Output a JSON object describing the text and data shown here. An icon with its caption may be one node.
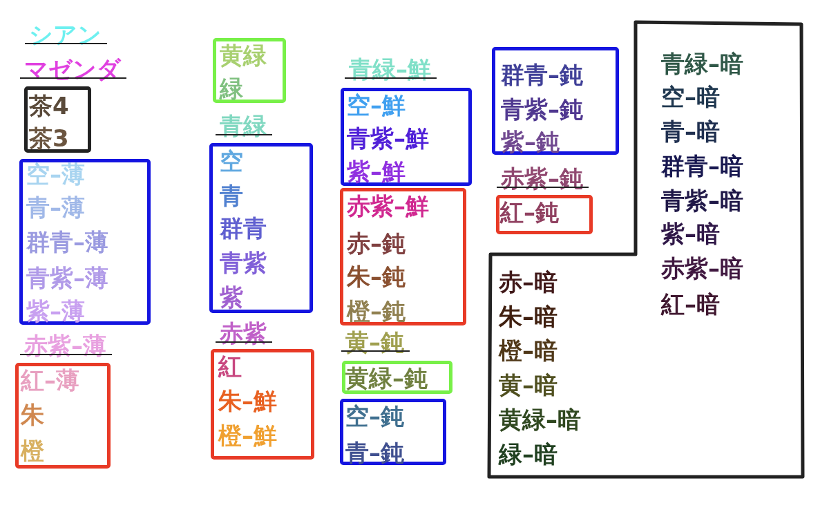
{
  "diagram": {
    "nodes": [
      {
        "text": [
          "茶4",
          "茶3"
        ]
      },
      {
        "text": [
          "空–薄",
          "青–薄",
          "群青–薄",
          "青紫–薄",
          "紫–薄"
        ]
      },
      {
        "text": [
          "紅–薄",
          "朱",
          "橙"
        ]
      },
      {
        "text": [
          "黄緑",
          "緑"
        ]
      },
      {
        "text": [
          "空",
          "青",
          "群青",
          "青紫",
          "紫"
        ]
      },
      {
        "text": [
          "紅",
          "朱–鮮",
          "橙–鮮"
        ]
      },
      {
        "text": [
          "空–鮮",
          "青紫–鮮",
          "紫–鮮"
        ]
      },
      {
        "text": [
          "赤紫–鮮",
          "赤–鈍",
          "朱–鈍",
          "橙–鈍"
        ]
      },
      {
        "text": [
          "黄緑–鈍"
        ]
      },
      {
        "text": [
          "空–鈍",
          "青–鈍"
        ]
      },
      {
        "text": [
          "群青–鈍",
          "青紫–鈍",
          "紫–鈍"
        ]
      },
      {
        "text": [
          "紅–鈍"
        ]
      },
      {
        "text": [
          "青緑–暗",
          "空–暗",
          "青–暗",
          "群青–暗",
          "青紫–暗",
          "紫–暗",
          "赤紫–暗",
          "紅–暗",
          "赤–暗",
          "朱–暗",
          "橙–暗",
          "黄–暗",
          "黄緑–暗",
          "緑–暗"
        ]
      }
    ],
    "labels": [
      "シアン",
      "マゼンダ",
      "赤紫–薄",
      "青緑",
      "赤紫",
      "青緑–鮮",
      "黄–鈍",
      "赤紫–鈍"
    ]
  }
}
